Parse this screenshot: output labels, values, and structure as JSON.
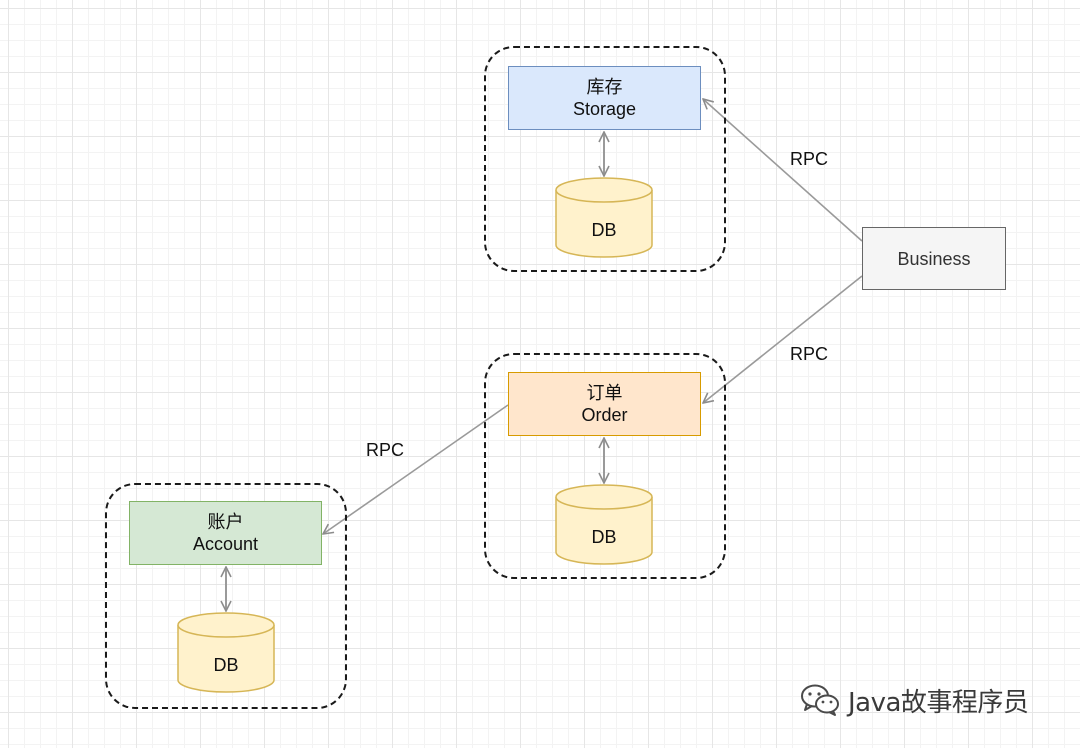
{
  "diagram": {
    "groups": [
      {
        "id": "storage-group"
      },
      {
        "id": "order-group"
      },
      {
        "id": "account-group"
      }
    ],
    "nodes": {
      "storage": {
        "title_cn": "库存",
        "title_en": "Storage",
        "fill": "#dae8fc",
        "stroke": "#6c8ebf"
      },
      "order": {
        "title_cn": "订单",
        "title_en": "Order",
        "fill": "#ffe6cc",
        "stroke": "#d79b00"
      },
      "account": {
        "title_cn": "账户",
        "title_en": "Account",
        "fill": "#d5e8d4",
        "stroke": "#82b366"
      },
      "business": {
        "title": "Business",
        "fill": "#f5f5f5",
        "stroke": "#666666"
      }
    },
    "databases": {
      "storage_db": "DB",
      "order_db": "DB",
      "account_db": "DB",
      "fill": "#fff2cc",
      "stroke": "#d6b656"
    },
    "edges": [
      {
        "from": "business",
        "to": "storage",
        "label": "RPC"
      },
      {
        "from": "business",
        "to": "order",
        "label": "RPC"
      },
      {
        "from": "order",
        "to": "account",
        "label": "RPC"
      }
    ],
    "edge_color": "#9a9a9a"
  },
  "watermark": {
    "text": "Java故事程序员",
    "icon": "wechat-icon"
  }
}
